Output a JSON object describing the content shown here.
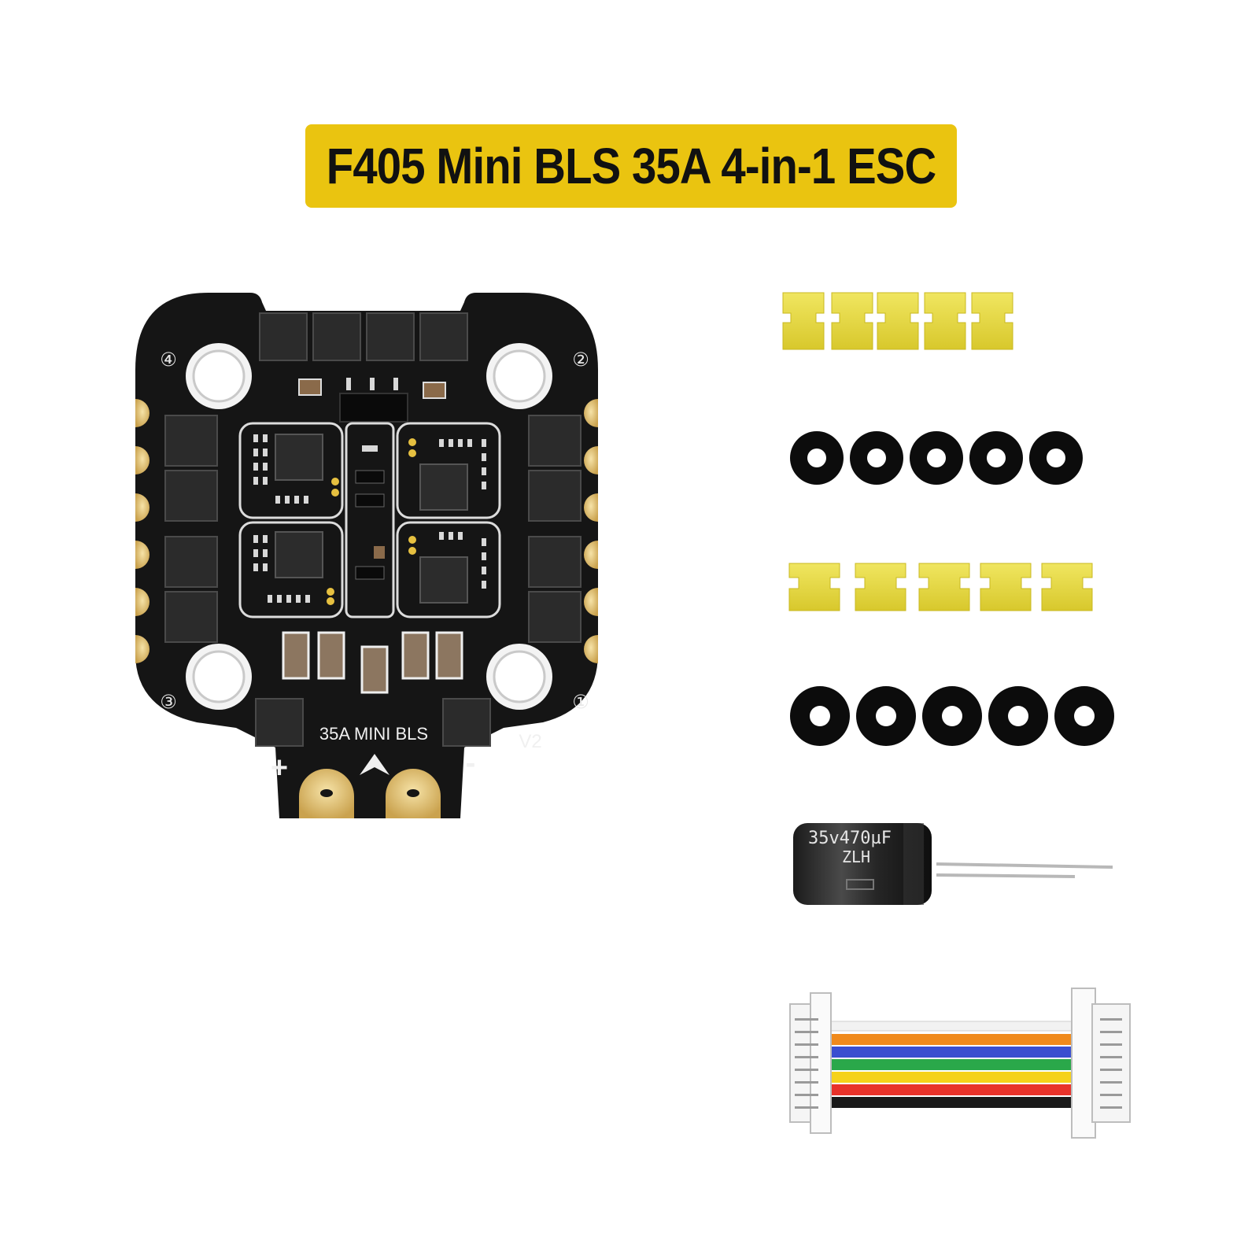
{
  "title": "F405 Mini BLS 35A 4-in-1 ESC",
  "board": {
    "silkscreen_label": "35A MINI BLS",
    "version": "V2",
    "corner_marks": [
      "④",
      "②",
      "③",
      "①"
    ],
    "plus": "+",
    "minus": "-"
  },
  "capacitor": {
    "line1": "35v470µF",
    "line2": "ZLH"
  },
  "accessories": {
    "yellow_grommets_count": 10,
    "black_orings_count": 10,
    "capacitor_count": 1,
    "cable_count": 1
  },
  "colors": {
    "banner": "#eac410",
    "pcb": "#151515",
    "gold_pad": "#e6c77a",
    "grommet": "#e6da3c",
    "cable_wires": [
      "#f2f2f2",
      "#f08a1c",
      "#3a4fd0",
      "#2aa84a",
      "#f5d21a",
      "#e8322a",
      "#1a1a1a"
    ]
  }
}
